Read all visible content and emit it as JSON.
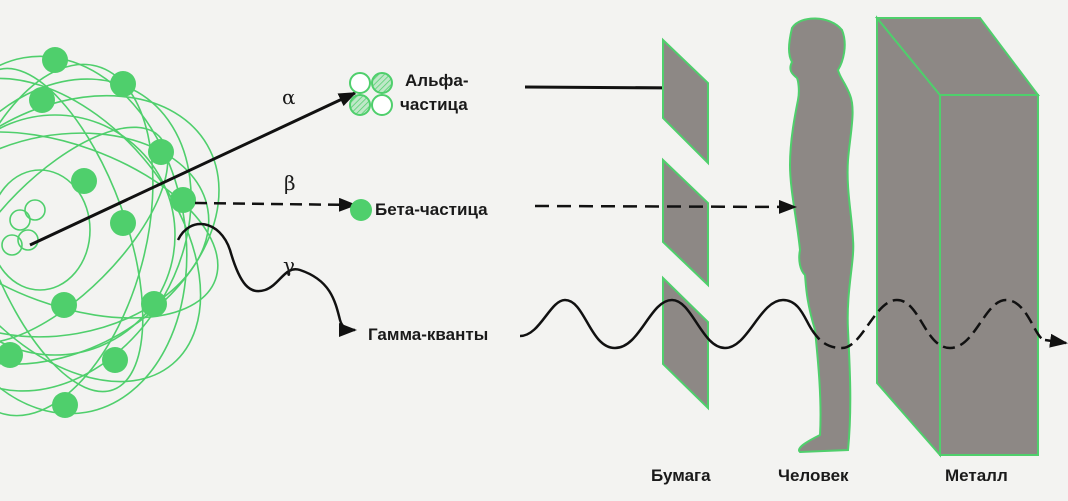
{
  "colors": {
    "green": "#4fcf6c",
    "gray": "#8d8885",
    "ink": "#111111",
    "background": "#f3f3f1"
  },
  "symbols": {
    "alpha": "α",
    "beta": "β",
    "gamma": "γ"
  },
  "particles": {
    "alpha_line1": "Альфа-",
    "alpha_line2": "частица",
    "beta": "Бета-частица",
    "gamma": "Гамма-кванты"
  },
  "barriers": {
    "paper": "Бумага",
    "human": "Человек",
    "metal": "Металл"
  }
}
